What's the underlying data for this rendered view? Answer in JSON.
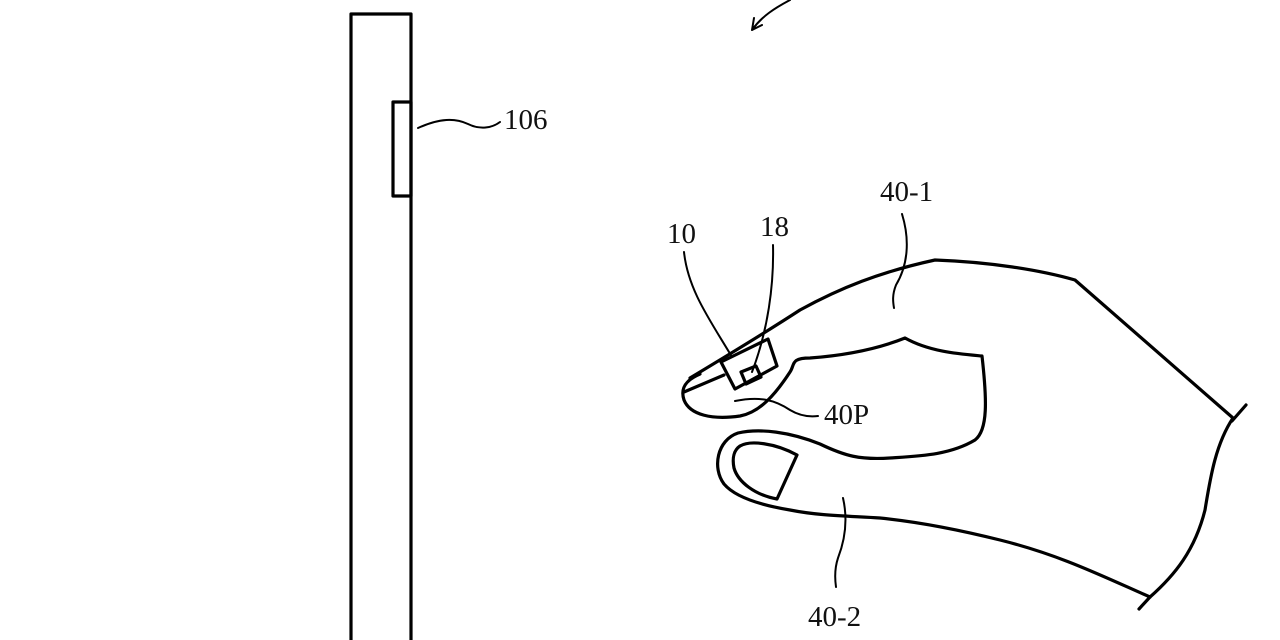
{
  "figure": {
    "labels": {
      "device_button": "106",
      "ring_device": "10",
      "sensor": "18",
      "finger_pad": "40P",
      "index_finger": "40-1",
      "thumb": "40-2"
    },
    "colors": {
      "line": "#000000",
      "background": "#ffffff"
    }
  }
}
